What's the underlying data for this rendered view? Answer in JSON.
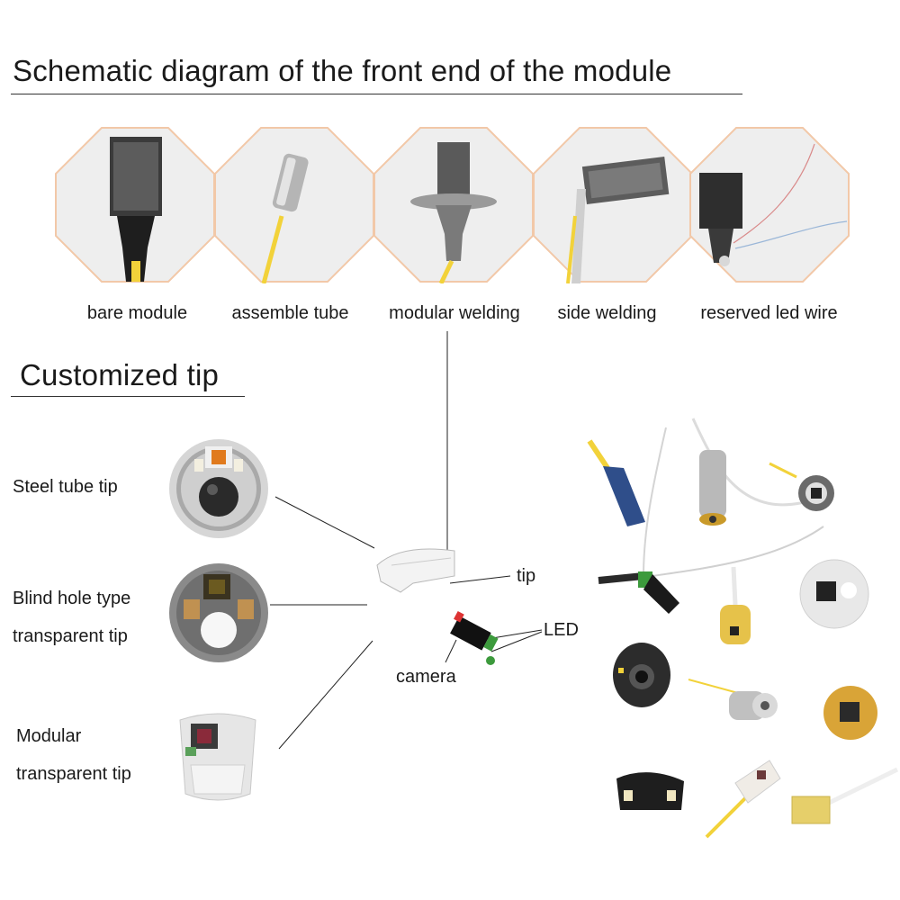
{
  "section1": {
    "title": "Schematic diagram of the front end of the module"
  },
  "steps": [
    {
      "label": "bare module"
    },
    {
      "label": "assemble tube"
    },
    {
      "label": "modular welding"
    },
    {
      "label": "side welding"
    },
    {
      "label": "reserved led wire"
    }
  ],
  "section2": {
    "title": "Customized tip"
  },
  "tips": [
    {
      "line1": "Steel tube tip",
      "line2": ""
    },
    {
      "line1": "Blind hole type",
      "line2": "transparent tip"
    },
    {
      "line1": "Modular",
      "line2": "transparent tip"
    }
  ],
  "callouts": {
    "tip": "tip",
    "led": "LED",
    "camera": "camera"
  },
  "colors": {
    "octagon_border": "#f2c8a8",
    "wire_yellow": "#f2d23a",
    "led_green": "#3c9a3c"
  }
}
